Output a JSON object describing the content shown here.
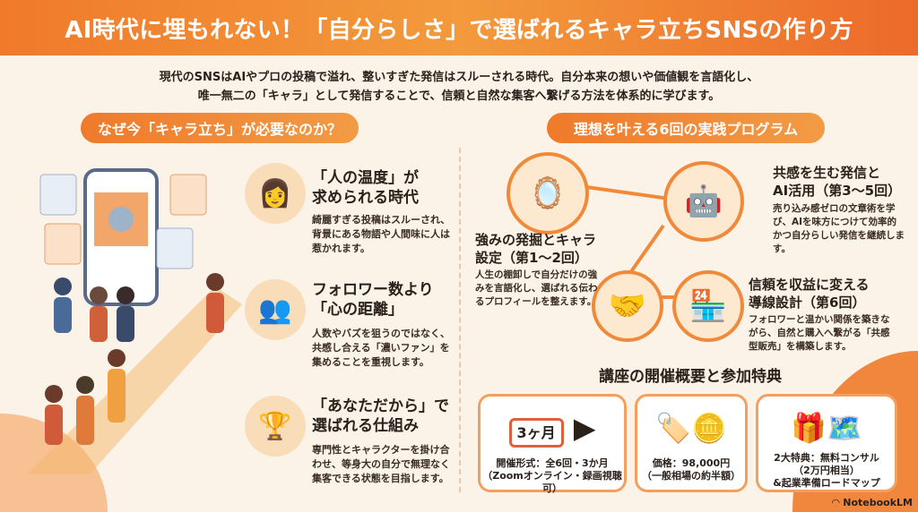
{
  "title": "AI時代に埋もれない！「自分らしさ」で選ばれるキャラ立ちSNSの作り方",
  "intro": [
    "現代のSNSはAIやプロの投稿で溢れ、整いすぎた発信はスルーされる時代。自分本来の想いや価値観を言語化し、",
    "唯一無二の「キャラ」として発信することで、信頼と自然な集客へ繋げる方法を体系的に学びます。"
  ],
  "left": {
    "heading": "なぜ今「キャラ立ち」が必要なのか？",
    "items": [
      {
        "title": "「人の温度」が\n求められる時代",
        "desc": "綺麗すぎる投稿はスルーされ、背景にある物語や人間味に人は惹かれます。",
        "icon": "woman-heart-icon"
      },
      {
        "title": "フォロワー数より\n「心の距離」",
        "desc": "人数やバズを狙うのではなく、共感し合える「濃いファン」を集めることを重視します。",
        "icon": "people-connected-icon"
      },
      {
        "title": "「あなただから」で\n選ばれる仕組み",
        "desc": "専門性とキャラクターを掛け合わせ、等身大の自分で無理なく集客できる状態を目指します。",
        "icon": "podium-magnet-icon"
      }
    ]
  },
  "right": {
    "heading": "理想を叶える6回の実践プログラム",
    "steps": [
      {
        "title": "強みの発掘とキャラ\n設定（第1〜2回）",
        "desc": "人生の棚卸しで自分だけの強みを言語化し、選ばれる伝わるプロフィールを整えます。",
        "icon": "mirror-icon"
      },
      {
        "title": "共感を生む発信と\nAI活用（第3〜5回）",
        "desc": "売り込み感ゼロの文章術を学び、AIを味方につけて効率的かつ自分らしい発信を継続します。",
        "icon": "robot-icon"
      },
      {
        "title": "信頼を収益に変える\n導線設計（第6回）",
        "desc": "フォロワーと温かい関係を築きながら、自然と購入へ繋がる「共感型販売」を構築します。",
        "icon": "shop-icon"
      }
    ]
  },
  "overview": {
    "heading": "講座の開催概要と参加特典",
    "cards": [
      {
        "line1": "開催形式：全6回・3か月",
        "line2": "（Zoomオンライン・録画視聴可）",
        "badge": "3ヶ月",
        "icon": "calendar-play-icon"
      },
      {
        "line1": "価格：98,000円",
        "line2": "（一般相場の約半額）",
        "icon": "price-tag-icon"
      },
      {
        "line1": "2大特典：無料コンサル",
        "line2": "（2万円相当）",
        "line3": "&起業準備ロードマップ",
        "icon": "gift-map-icon"
      }
    ]
  },
  "logo": "NotebookLM",
  "colors": {
    "accent": "#f07a2a",
    "bg": "#fbf3e8"
  }
}
